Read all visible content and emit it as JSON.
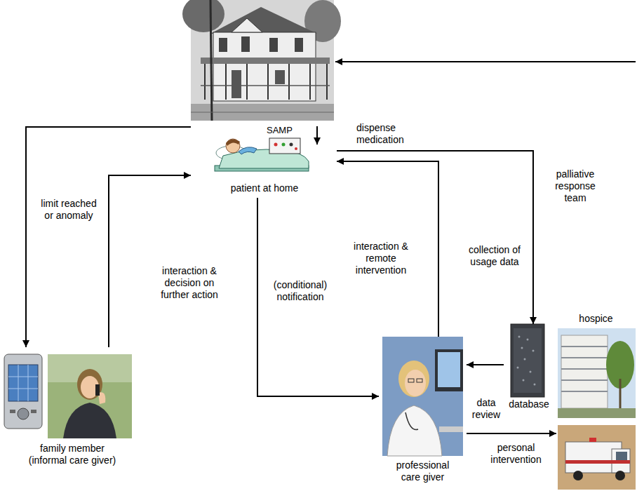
{
  "diagram": {
    "nodes": [
      {
        "text": [
          "SAMP",
          "patient at home"
        ]
      },
      {
        "text": [
          "family member (informal care giver)"
        ]
      },
      {
        "text": [
          "professional care giver"
        ]
      },
      {
        "text": [
          "database"
        ]
      },
      {
        "text": [
          "hospice"
        ]
      }
    ],
    "edges": [
      {
        "from": 0,
        "to": 1,
        "label": "limit reached or anomaly",
        "arrow": "to"
      },
      {
        "from": 1,
        "to": 0,
        "label": "interaction & decision on further action",
        "arrow": "to"
      },
      {
        "from": 0,
        "to": 2,
        "label": "(conditional) notification",
        "arrow": "to"
      },
      {
        "from": 2,
        "to": 0,
        "label": "interaction & remote intervention",
        "arrow": "to"
      },
      {
        "from": 0,
        "to": 3,
        "label": "collection of usage data",
        "arrow": "to"
      },
      {
        "from": 3,
        "to": 2,
        "label": "data review",
        "arrow": "to"
      }
    ],
    "labels": [
      "dispense medication",
      "palliative response team",
      "personal intervention"
    ]
  }
}
